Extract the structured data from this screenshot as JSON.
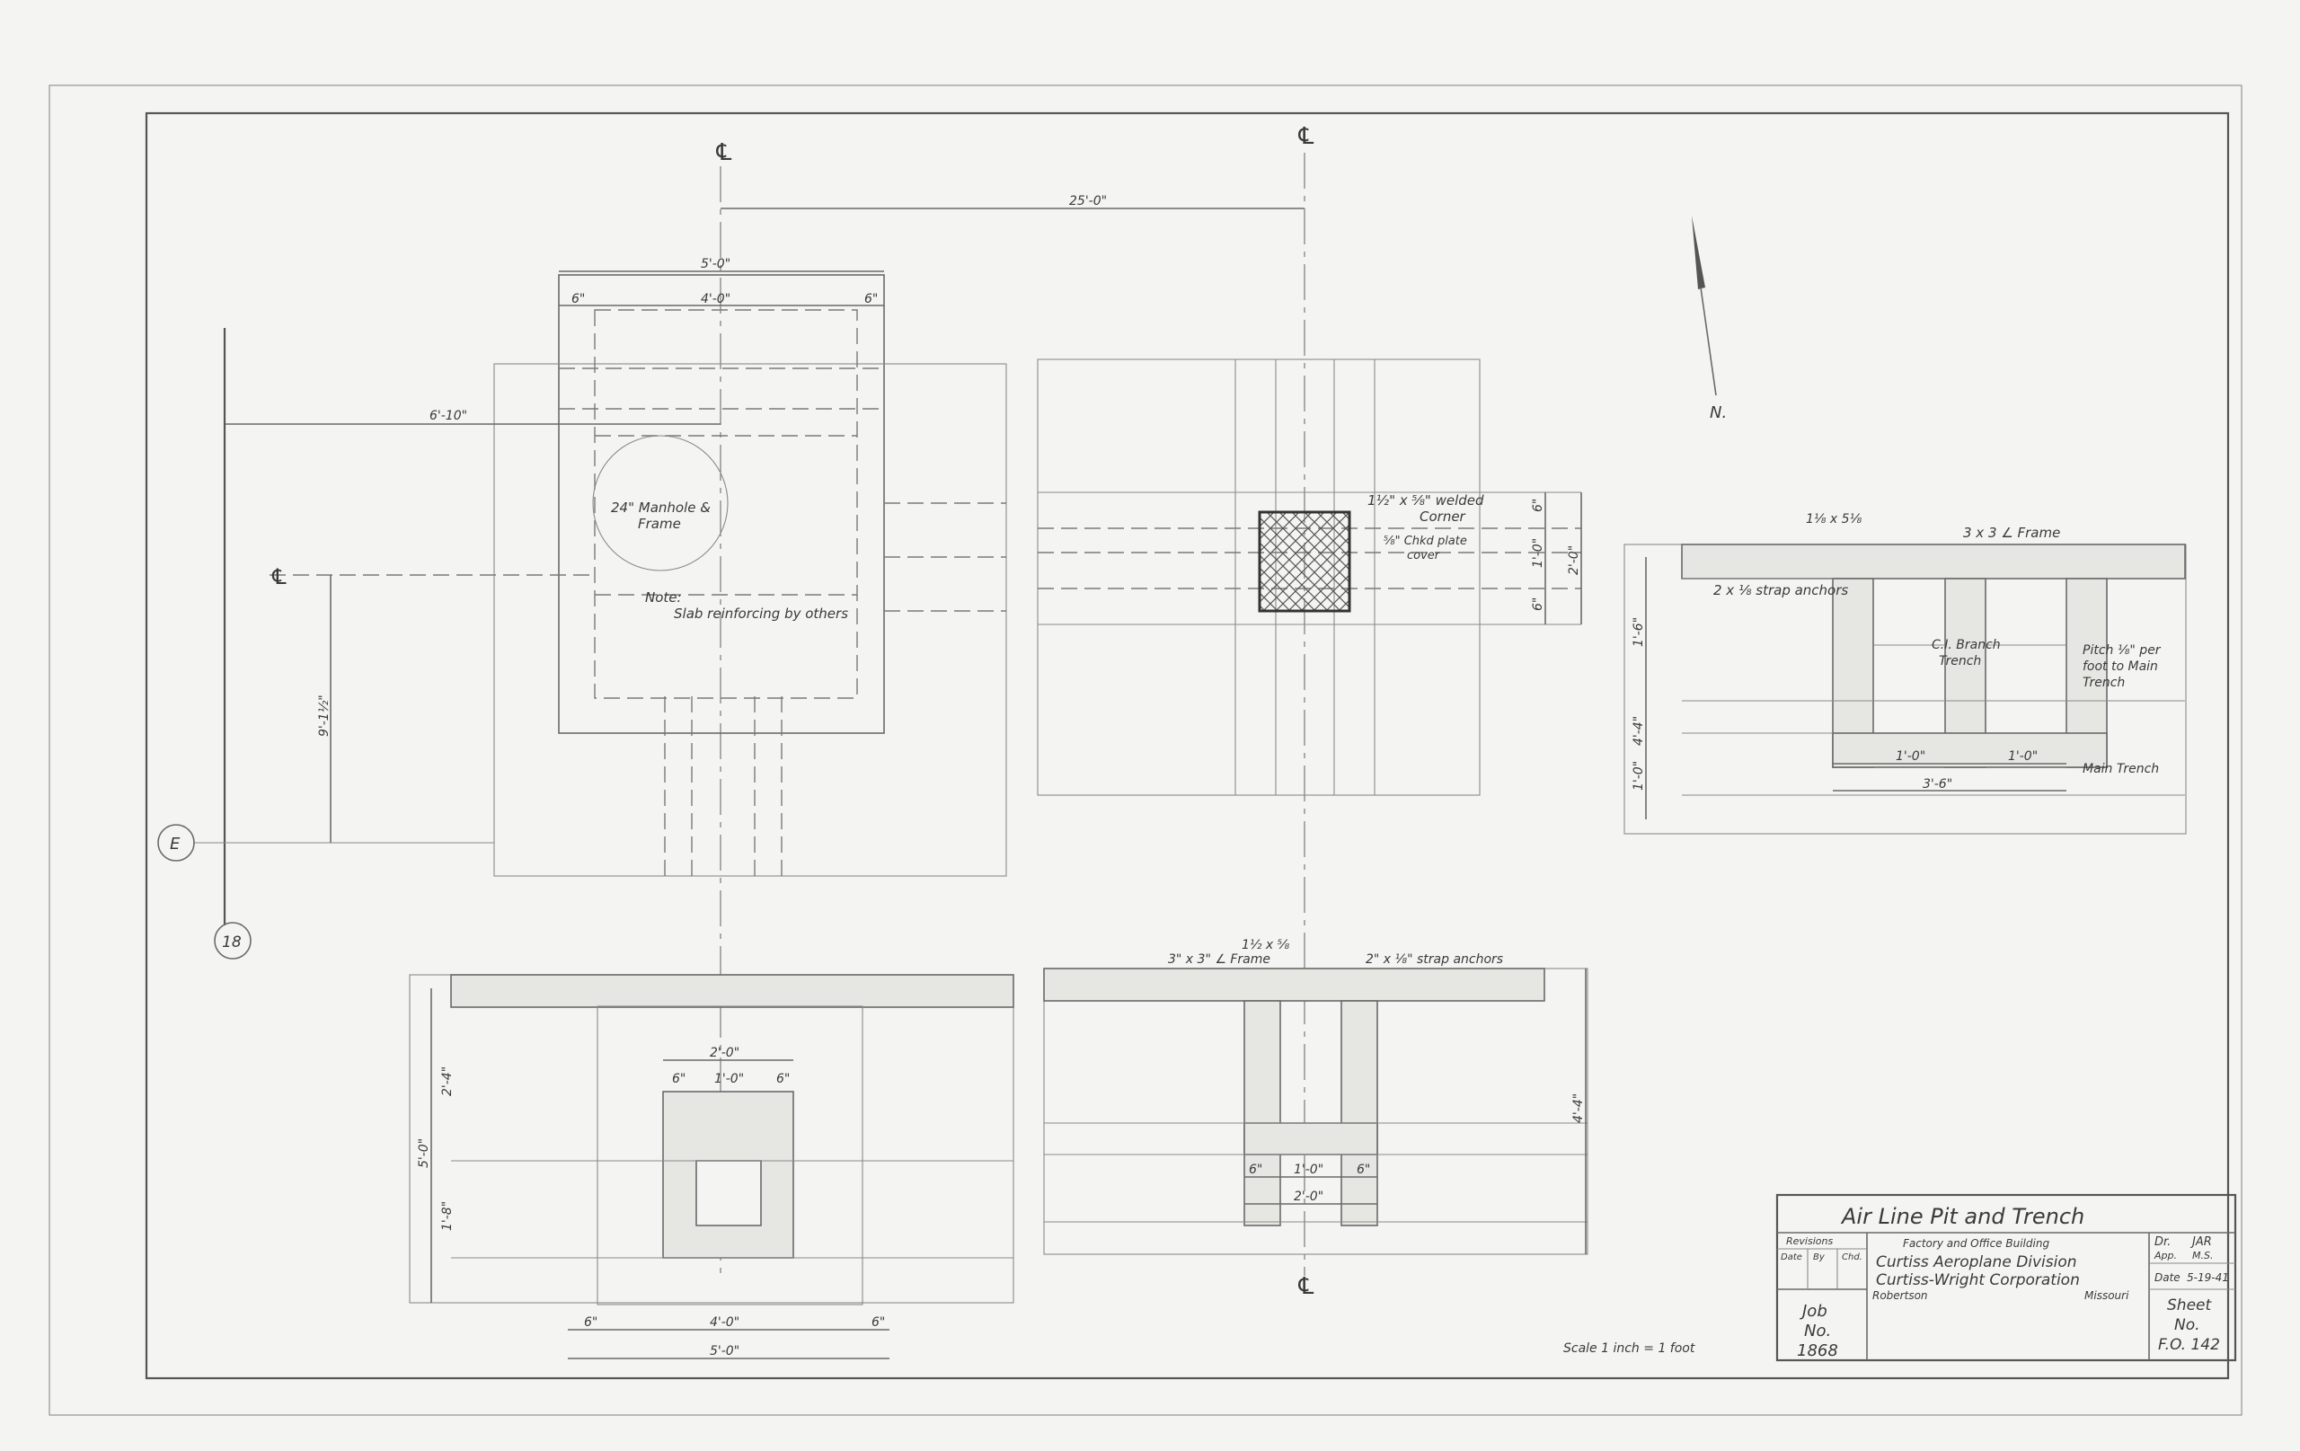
{
  "centerline_symbol": "℄",
  "grid_markers": [
    "E",
    "18"
  ],
  "north_label": "N.",
  "dims": {
    "cl_spacing": "25'-0\"",
    "top_plan_overall": "5'-0\"",
    "top_plan_inner": "4'-0\"",
    "six_in": "6\"",
    "plan_offset": "6'-10\"",
    "vertical_offset": "9'-1½\"",
    "grate_dim_a": "6\"",
    "grate_dim_b": "1'-0\"",
    "grate_dim_c": "6\"",
    "grate_overall": "2'-0\"",
    "trench_1_0": "1'-0\"",
    "trench_1_0_v": "1'-0\"",
    "trench_4_4": "4'-4\"",
    "trench_1_6": "1'-6\"",
    "trench_3_6": "3'-6\"",
    "sec_2_0": "2'-0\"",
    "sec_1_0": "1'-0\"",
    "sec_5_0": "5'-0\"",
    "sec_2_4": "2'-4\"",
    "sec_1_8": "1'-8\"",
    "sec_4_0": "4'-0\"",
    "sec_5_0_b": "5'-0\"",
    "ctr_2_0": "2'-0\"",
    "ctr_1_0": "1'-0\"",
    "ctr_4_4": "4'-4\""
  },
  "notes": {
    "manhole_line1": "24\" Manhole &",
    "manhole_line2": "Frame",
    "note_title": "Note:",
    "note_body": "Slab reinforcing by others",
    "welded_corner_1": "1½\" x ⅝\" welded",
    "welded_corner_2": "Corner",
    "checker_1": "⅝\" Chkd plate",
    "checker_2": "cover",
    "frame_small": "1⅛ x 5⅛",
    "frame_3x3": "3 x 3 ∠ Frame",
    "strap_anchors": "2 x ⅛ strap anchors",
    "branch_trench_1": "C.I. Branch",
    "branch_trench_2": "Trench",
    "pitch_1": "Pitch ⅛\" per",
    "pitch_2": "foot to Main",
    "pitch_3": "Trench",
    "main_trench": "Main Trench",
    "frame_lower": "3\" x 3\" ∠ Frame",
    "frame_lower_small": "1½ x ⅝",
    "strap_lower": "2\" x ⅛\" strap anchors",
    "scale": "Scale 1 inch = 1 foot"
  },
  "title_block": {
    "title": "Air Line Pit and Trench",
    "revisions": "Revisions",
    "rev_cols": [
      "Date",
      "By",
      "Chd."
    ],
    "line1": "Factory and Office Building",
    "line2": "Curtiss Aeroplane Division",
    "line3": "Curtiss-Wright Corporation",
    "location_left": "Robertson",
    "location_right": "Missouri",
    "dr_label": "Dr.",
    "dr_value": "JAR",
    "app_label": "App.",
    "app_value": "M.S.",
    "date_label": "Date",
    "date_value": "5-19-41",
    "job_1": "Job",
    "job_2": "No.",
    "job_3": "1868",
    "sheet_1": "Sheet",
    "sheet_2": "No.",
    "sheet_3": "F.O. 142"
  }
}
